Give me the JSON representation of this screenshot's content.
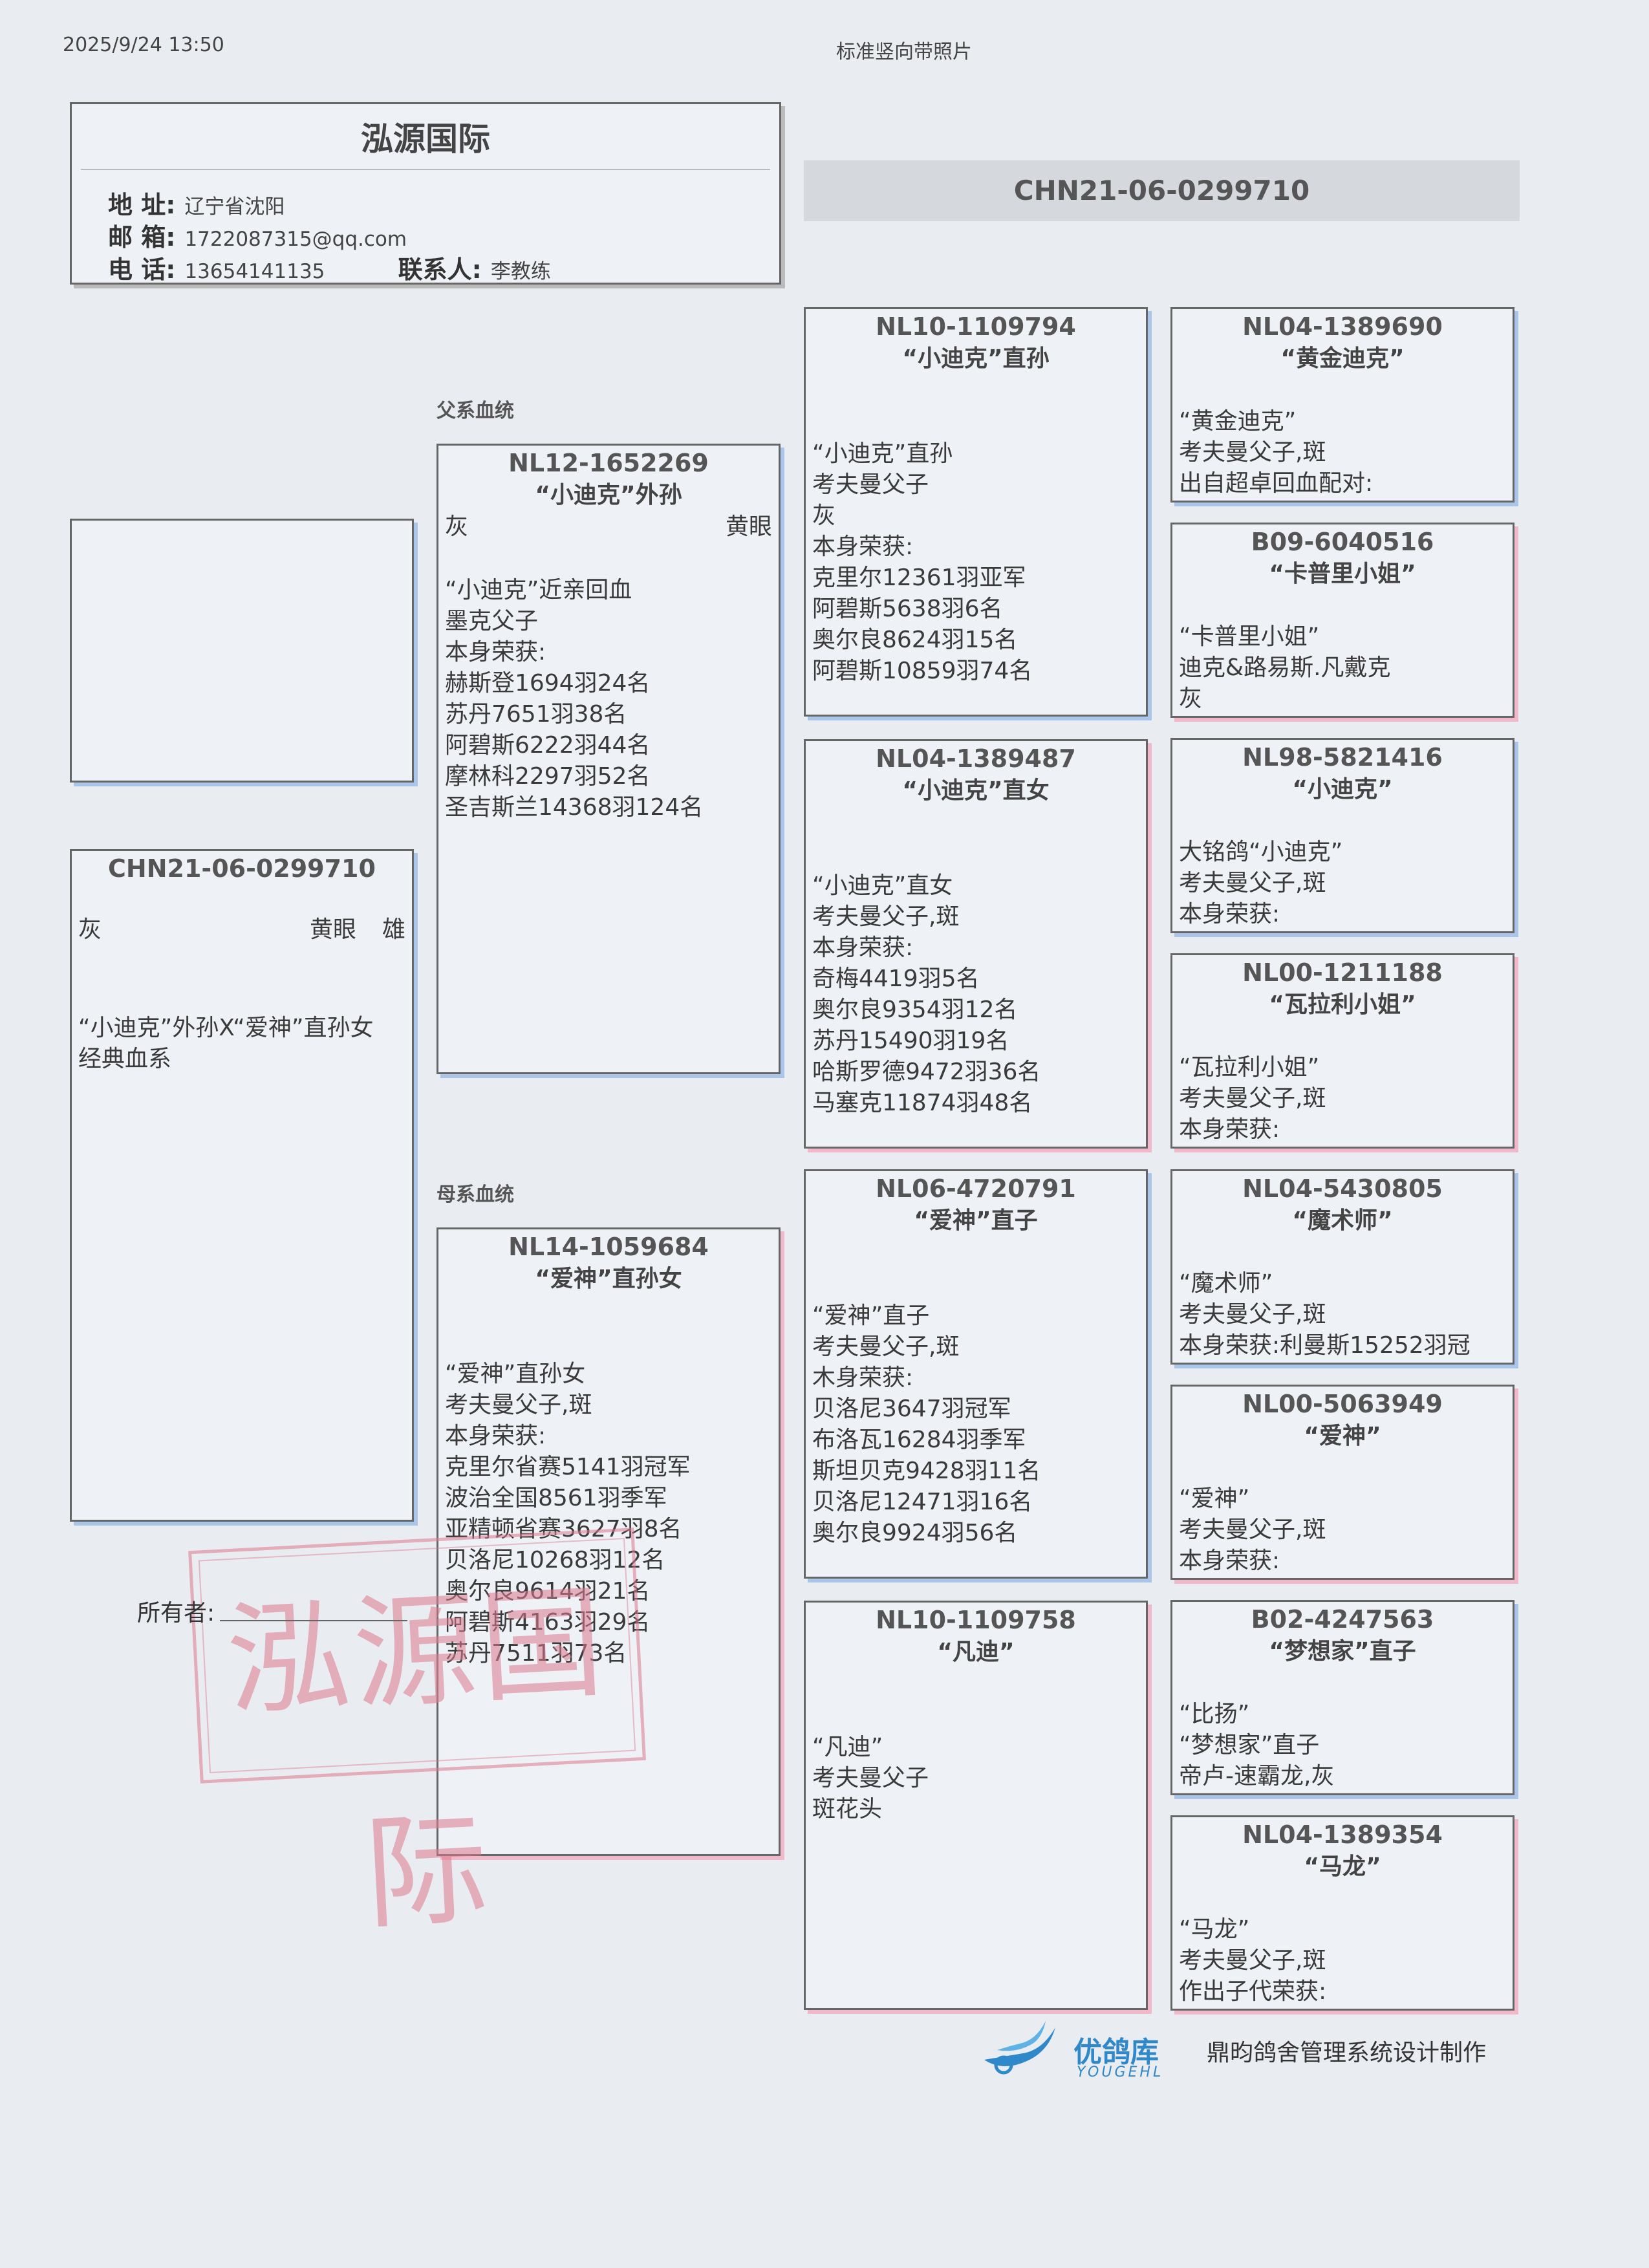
{
  "print_datetime": "2025/9/24 13:50",
  "template_name": "标准竖向带照片",
  "header": {
    "title": "泓源国际",
    "address_label": "地  址:",
    "address": "辽宁省沈阳",
    "email_label": "邮  箱:",
    "email": "1722087315@qq.com",
    "phone_label": "电  话:",
    "phone": "13654141135",
    "contact_label": "联系人:",
    "contact": "李教练"
  },
  "ring_banner": "CHN21-06-0299710",
  "sire_line_label": "父系血统",
  "dam_line_label": "母系血统",
  "subject": {
    "ring": "CHN21-06-0299710",
    "color": "灰",
    "eye": "黄眼",
    "sex": "雄",
    "lines": [
      "“小迪克”外孙X“爱神”直孙女",
      "经典血系"
    ]
  },
  "sire": {
    "ring": "NL12-1652269",
    "name": "“小迪克”外孙",
    "color": "灰",
    "eye": "黄眼",
    "lines": [
      "“小迪克”近亲回血",
      "墨克父子",
      "本身荣获:",
      "赫斯登1694羽24名",
      "苏丹7651羽38名",
      "阿碧斯6222羽44名",
      "摩林科2297羽52名",
      "圣吉斯兰14368羽124名"
    ]
  },
  "dam": {
    "ring": "NL14-1059684",
    "name": "“爱神”直孙女",
    "lines": [
      "“爱神”直孙女",
      "考夫曼父子,斑",
      "本身荣获:",
      "克里尔省赛5141羽冠军",
      "波治全国8561羽季军",
      "亚精顿省赛3627羽8名",
      "贝洛尼10268羽12名",
      "奥尔良9614羽21名",
      "阿碧斯4163羽29名",
      "苏丹7511羽73名"
    ]
  },
  "grandparents": [
    {
      "ring": "NL10-1109794",
      "name": "“小迪克”直孙",
      "lines": [
        "“小迪克”直孙",
        "考夫曼父子",
        "灰",
        "本身荣获:",
        "克里尔12361羽亚军",
        "阿碧斯5638羽6名",
        "奥尔良8624羽15名",
        "阿碧斯10859羽74名"
      ]
    },
    {
      "ring": "NL04-1389487",
      "name": "“小迪克”直女",
      "lines": [
        "“小迪克”直女",
        "考夫曼父子,斑",
        "本身荣获:",
        "奇梅4419羽5名",
        "奥尔良9354羽12名",
        "苏丹15490羽19名",
        "哈斯罗德9472羽36名",
        "马塞克11874羽48名"
      ]
    },
    {
      "ring": "NL06-4720791",
      "name": "“爱神”直子",
      "lines": [
        "“爱神”直子",
        "考夫曼父子,斑",
        "木身荣获:",
        "贝洛尼3647羽冠军",
        "布洛瓦16284羽季军",
        "斯坦贝克9428羽11名",
        "贝洛尼12471羽16名",
        "奥尔良9924羽56名"
      ]
    },
    {
      "ring": "NL10-1109758",
      "name": "“凡迪”",
      "lines": [
        "“凡迪”",
        "考夫曼父子",
        "斑花头"
      ]
    }
  ],
  "great_grandparents": [
    {
      "ring": "NL04-1389690",
      "name": "“黄金迪克”",
      "lines": [
        "“黄金迪克”",
        "考夫曼父子,斑",
        "出自超卓回血配对:"
      ]
    },
    {
      "ring": "B09-6040516",
      "name": "“卡普里小姐”",
      "lines": [
        "“卡普里小姐”",
        "迪克&路易斯.凡戴克",
        "灰"
      ]
    },
    {
      "ring": "NL98-5821416",
      "name": "“小迪克”",
      "lines": [
        "大铭鸽“小迪克”",
        "考夫曼父子,斑",
        "本身荣获:"
      ]
    },
    {
      "ring": "NL00-1211188",
      "name": "“瓦拉利小姐”",
      "lines": [
        "“瓦拉利小姐”",
        "考夫曼父子,斑",
        "本身荣获:"
      ]
    },
    {
      "ring": "NL04-5430805",
      "name": "“魔术师”",
      "lines": [
        "“魔术师”",
        "考夫曼父子,斑",
        "本身荣获:利曼斯15252羽冠"
      ]
    },
    {
      "ring": "NL00-5063949",
      "name": "“爱神”",
      "lines": [
        "“爱神”",
        "考夫曼父子,斑",
        "本身荣获:"
      ]
    },
    {
      "ring": "B02-4247563",
      "name": "“梦想家”直子",
      "lines": [
        "“比扬”",
        "“梦想家”直子",
        "帝卢-速霸龙,灰"
      ]
    },
    {
      "ring": "NL04-1389354",
      "name": "“马龙”",
      "lines": [
        "“马龙”",
        "考夫曼父子,斑",
        "作出子代荣获:"
      ]
    }
  ],
  "stamp_text": "泓源国际",
  "owner_label": "所有者:",
  "footer": {
    "brand": "优鸽库",
    "brand_en": "YOUGEHL",
    "credit": "鼎昀鸽舍管理系统设计制作"
  },
  "colors": {
    "sire_shadow": "#a9c6ea",
    "dam_shadow": "#f0b8c8",
    "brand_blue": "#2e88c9"
  }
}
